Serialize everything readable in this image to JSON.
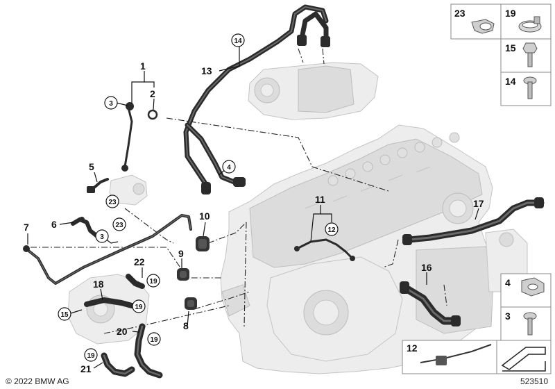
{
  "callouts": {
    "c1": "1",
    "c2": "2",
    "c3a": "3",
    "c3b": "3",
    "c4": "4",
    "c5": "5",
    "c6": "6",
    "c7": "7",
    "c8": "8",
    "c9": "9",
    "c10": "10",
    "c11": "11",
    "c12": "12",
    "c13": "13",
    "c14": "14",
    "c15": "15",
    "c16": "16",
    "c17": "17",
    "c18": "18",
    "c19a": "19",
    "c19b": "19",
    "c19c": "19",
    "c19d": "19",
    "c20": "20",
    "c21": "21",
    "c22": "22",
    "c23a": "23",
    "c23b": "23"
  },
  "parts_panel": {
    "p23": "23",
    "p19": "19",
    "p15": "15",
    "p14": "14",
    "p4": "4",
    "p3": "3",
    "p12": "12"
  },
  "copyright": "© 2022 BMW AG",
  "diagram_id": "523510"
}
